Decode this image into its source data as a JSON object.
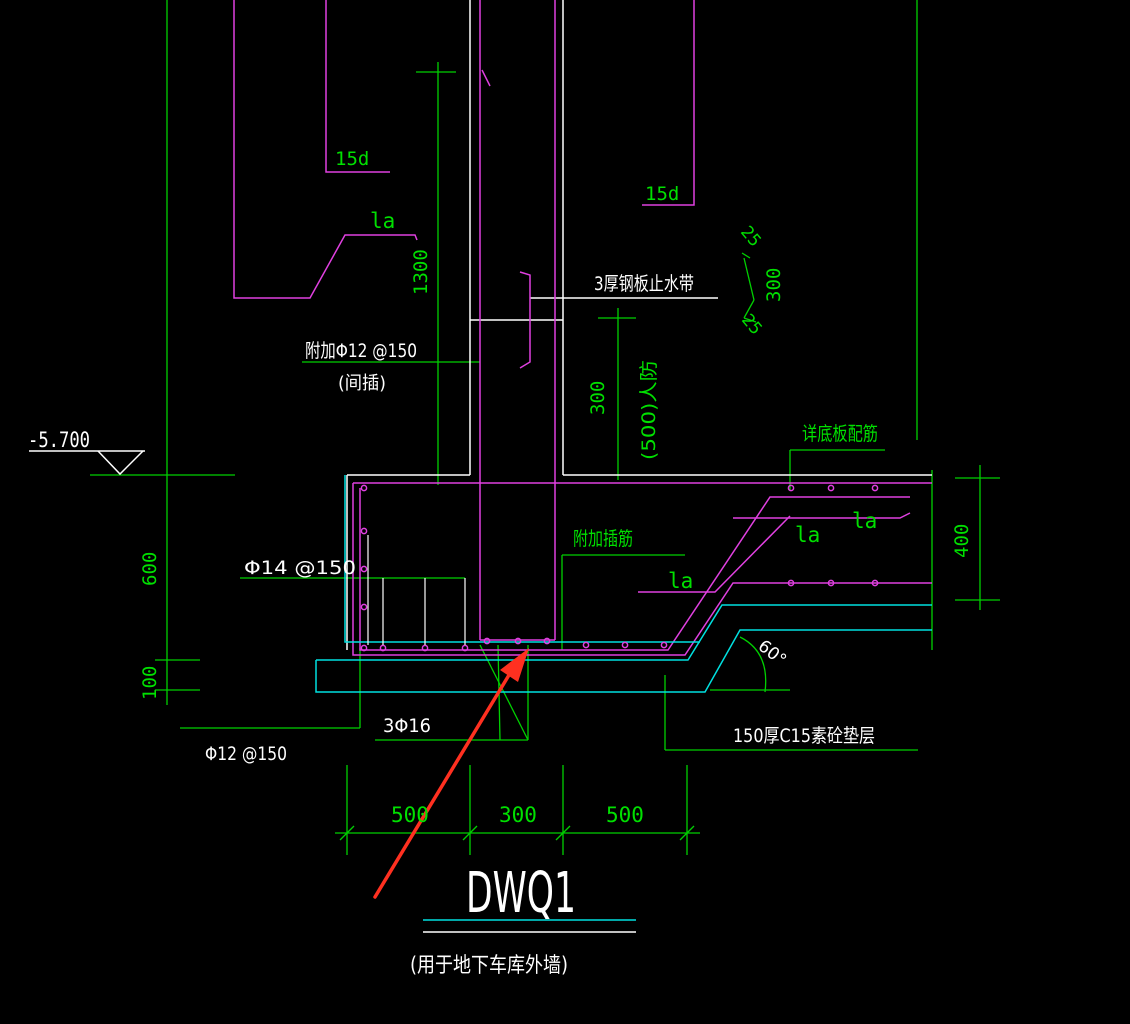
{
  "colors": {
    "background": "#000000",
    "wall_outline": "#FFFFFF",
    "rebar": "#E040E0",
    "dimension": "#00E000",
    "blinding": "#00E0E0",
    "arrow": "#FF3020",
    "text_white": "#FFFFFF",
    "text_green": "#00E000"
  },
  "drawing": {
    "title": "DWQ1",
    "subtitle": "(用于地下车库外墙)",
    "level": "-5.700",
    "labels": {
      "waterstop": "3厚钢板止水带",
      "added_bar": "附加Φ12 @150",
      "interleaved": "(间插)",
      "bottom_slab_bars": "详底板配筋",
      "added_dowels": "附加插筋",
      "stirrup": "Φ14 @150",
      "bottom_bar": "Φ12 @150",
      "corner_bars": "3Φ16",
      "blinding_layer": "150厚C15素砼垫层",
      "angle": "60°"
    },
    "anchorage": {
      "la_upper": "la",
      "la_right_1": "la",
      "la_right_2": "la",
      "la_lower": "la",
      "hook_left": "15d",
      "hook_right": "15d",
      "stagger_1": "25",
      "stagger_2": "25"
    },
    "dimensions": {
      "wall_height": "1300",
      "waterstop_height": "300",
      "civil_defense": "(500)人防",
      "stagger_length": "300",
      "slab_thickness": "400",
      "wall_footing_depth": "600",
      "blinding_thickness": "100",
      "width_left": "500",
      "width_wall": "300",
      "width_right": "500"
    }
  }
}
